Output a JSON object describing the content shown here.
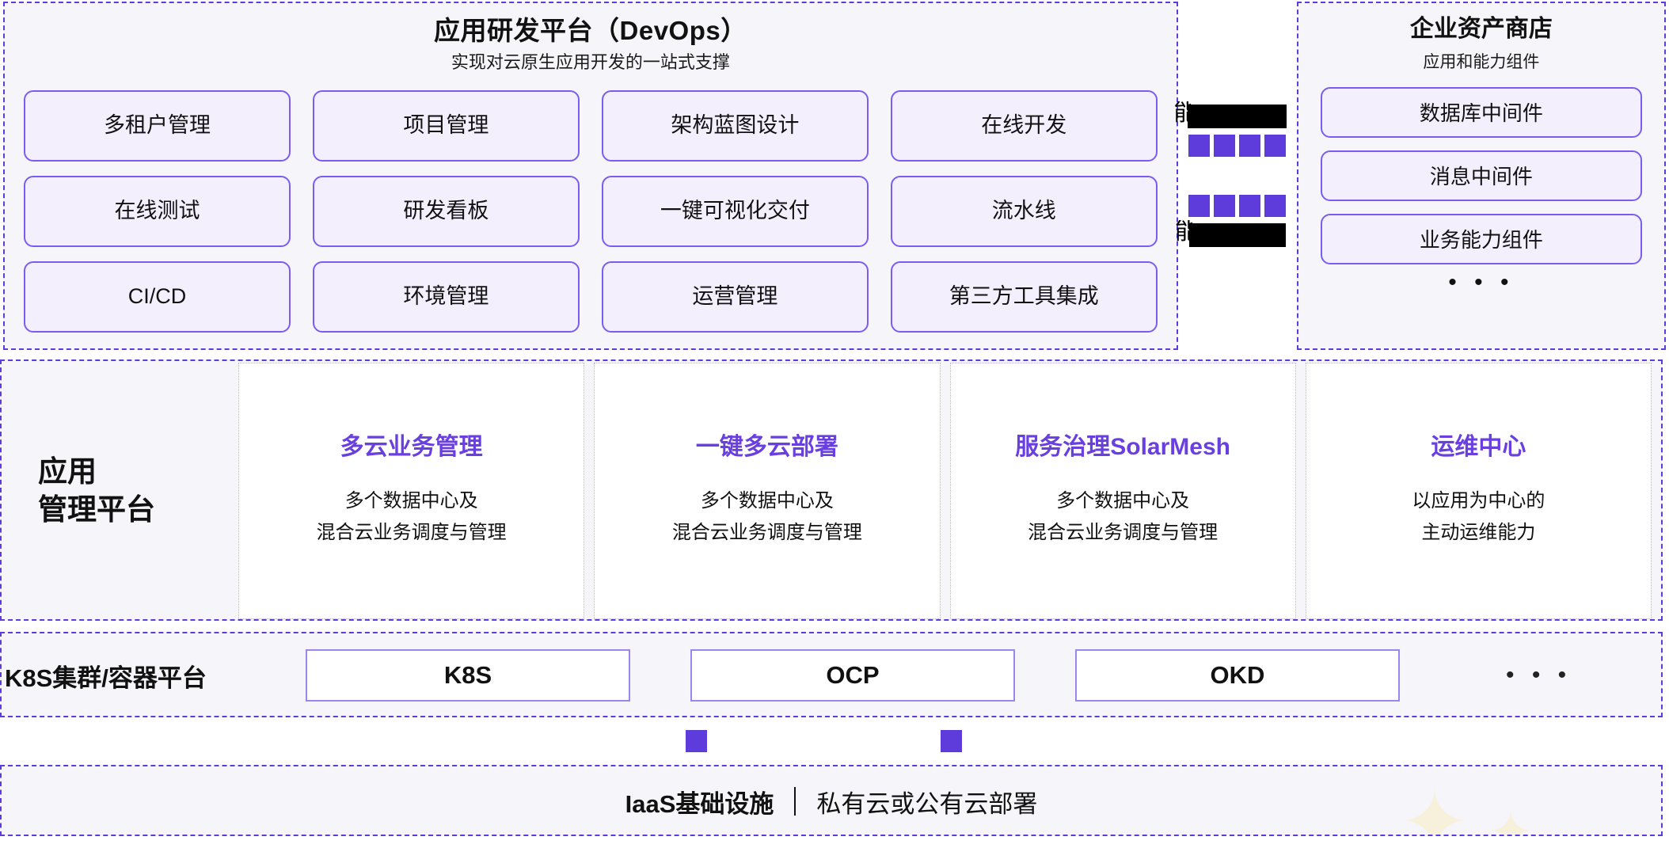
{
  "devops": {
    "title": "应用研发平台（DevOps）",
    "subtitle": "实现对云原生应用开发的一站式支撑",
    "chips": [
      "多租户管理",
      "项目管理",
      "架构蓝图设计",
      "在线开发",
      "在线测试",
      "研发看板",
      "一键可视化交付",
      "流水线",
      "CI/CD",
      "环境管理",
      "运营管理",
      "第三方工具集成"
    ]
  },
  "middle_column": {
    "redacted_top_glyph": "能",
    "redacted_bottom_glyph": "能",
    "squares_row_count": 4,
    "square_color": "#5d3cdb"
  },
  "store": {
    "title": "企业资产商店",
    "subtitle": "应用和能力组件",
    "items": [
      "数据库中间件",
      "消息中间件",
      "业务能力组件"
    ],
    "more": "• • •"
  },
  "management": {
    "label_line1": "应用",
    "label_line2": "管理平台",
    "cards": [
      {
        "title": "多云业务管理",
        "desc_line1": "多个数据中心及",
        "desc_line2": "混合云业务调度与管理"
      },
      {
        "title": "一键多云部署",
        "desc_line1": "多个数据中心及",
        "desc_line2": "混合云业务调度与管理"
      },
      {
        "title": "服务治理SolarMesh",
        "desc_line1": "多个数据中心及",
        "desc_line2": "混合云业务调度与管理"
      },
      {
        "title": "运维中心",
        "desc_line1": "以应用为中心的",
        "desc_line2": "主动运维能力"
      }
    ],
    "accent_color": "#6a3fe0"
  },
  "k8s": {
    "label": "K8S集群/容器平台",
    "items": [
      "K8S",
      "OCP",
      "OKD"
    ],
    "more": "• • •"
  },
  "iaas": {
    "title": "IaaS基础设施",
    "separator": "|",
    "subtitle": "私有云或公有云部署"
  },
  "theme": {
    "panel_border": "#5d3cdb",
    "panel_bg": "#f6f6fa",
    "chip_bg": "#f3effd",
    "chip_border": "#7b5cf0",
    "sparkle": "#f7f0db"
  }
}
